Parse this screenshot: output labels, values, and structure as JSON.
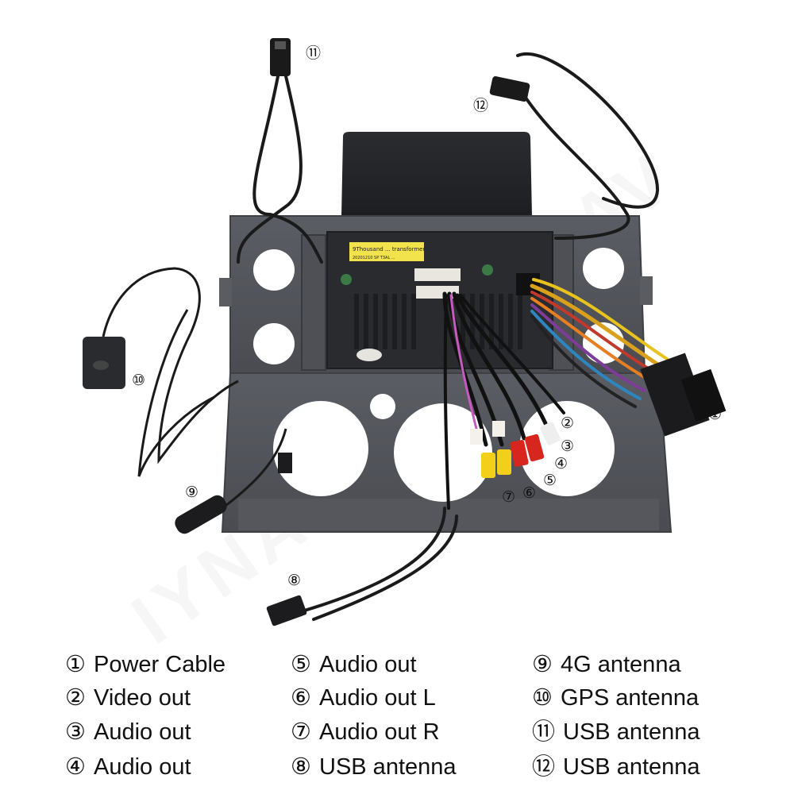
{
  "watermark": "IYNAV",
  "callouts": {
    "c1": "①",
    "c2": "②",
    "c3": "③",
    "c4": "④",
    "c5": "⑤",
    "c6": "⑥",
    "c7": "⑦",
    "c8": "⑧",
    "c9": "⑨",
    "c10": "⑩",
    "c11": "⑪",
    "c12": "⑫"
  },
  "unit_label": {
    "line1": "9Thousand ... transformer",
    "line2": "20201210 SP T3AL ..."
  },
  "legend": [
    {
      "num": "①",
      "label": "Power Cable"
    },
    {
      "num": "②",
      "label": "Video out"
    },
    {
      "num": "③",
      "label": "Audio out"
    },
    {
      "num": "④",
      "label": "Audio out"
    },
    {
      "num": "⑤",
      "label": "Audio out"
    },
    {
      "num": "⑥",
      "label": "Audio out L"
    },
    {
      "num": "⑦",
      "label": "Audio out R"
    },
    {
      "num": "⑧",
      "label": "USB antenna"
    },
    {
      "num": "⑨",
      "label": "4G antenna"
    },
    {
      "num": "⑩",
      "label": "GPS antenna"
    },
    {
      "num": "⑪",
      "label": "USB antenna"
    },
    {
      "num": "⑫",
      "label": "USB antenna"
    }
  ]
}
